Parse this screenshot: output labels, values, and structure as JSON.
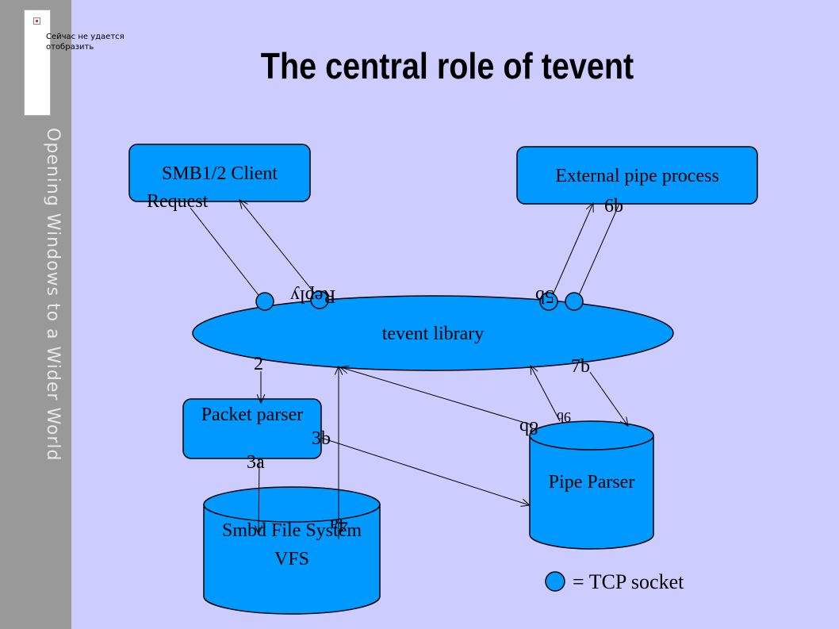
{
  "title": "The central role of tevent",
  "sidebar_text": "Opening Windows to a Wider World",
  "broken_image_text": "Сейчас не удается отобразить",
  "nodes": {
    "client": "SMB1/2 Client",
    "external": "External pipe process",
    "tevent": "tevent library",
    "packet_parser": "Packet parser",
    "pipe_parser": "Pipe Parser",
    "vfs": "Smbd File System VFS"
  },
  "edge_labels": {
    "request": "Request",
    "reply": "Reply",
    "l_5b": "5b",
    "l_6b": "6b",
    "l_2": "2",
    "l_7b": "7b",
    "l_3a": "3a",
    "l_3b": "3b",
    "l_4a": "4a",
    "l_8b": "8b",
    "l_9b": "9b"
  },
  "legend": "= TCP socket",
  "colors": {
    "background": "#ccccff",
    "sidebar": "#999999",
    "node_fill": "#0099ff",
    "stroke": "#000000"
  }
}
